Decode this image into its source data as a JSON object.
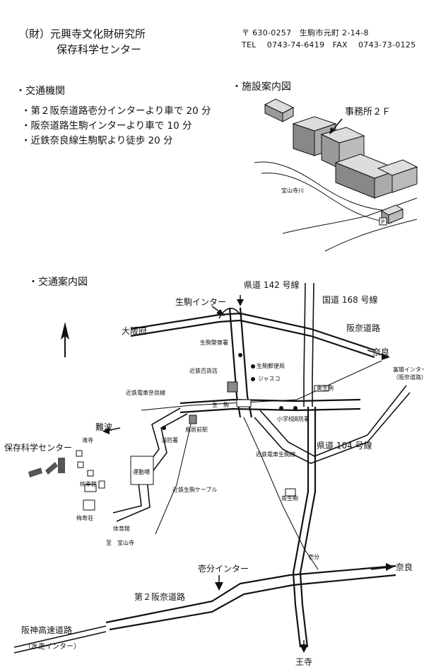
{
  "header": {
    "org_line1": "（財）元興寺文化財研究所",
    "org_line2": "保存科学センター",
    "postal": "〒 630-0257　生駒市元町 2-14-8",
    "phone_fax": "TEL　 0743-74-6419　FAX　 0743-73-0125"
  },
  "access": {
    "title": "・交通機関",
    "items": [
      "・第２阪奈道路壱分インターより車で 20 分",
      "・阪奈道路生駒インターより車で 10 分",
      "・近鉄奈良線生駒駅より徒歩 20 分"
    ]
  },
  "facility": {
    "title": "・施設案内図",
    "office_label": "事務所２Ｆ",
    "river_label": "宝山寺川",
    "parking_label": "P"
  },
  "traffic_map": {
    "title": "・交通案内図",
    "labels": {
      "kendo142": "県道 142 号線",
      "ikoma_ic": "生駒インター",
      "kokudo168": "国道 168 号線",
      "osaka_fu": "大阪府",
      "hanna_road": "阪奈道路",
      "police": "生駒警察署",
      "post_office": "生駒郵便局",
      "nara_1": "奈良",
      "kintetsu_dept": "近鉄百貨店",
      "jusco": "ジャスコ",
      "tomio_ic": "富雄インター",
      "tomio_ic_sub": "（阪奈道路）",
      "higashi_ikoma": "東生駒",
      "kintetsu_nara_line": "近鉄電車奈良線",
      "ikoma_station": "生　駒",
      "namba": "難波",
      "fire_station_1": "消防署",
      "elementary_school": "小学校",
      "fire_station_2": "消防署",
      "kendo104": "県道 104 号線",
      "center_label": "保存科学センター",
      "taki_dera": "滝寺",
      "torii_mae": "鳥居前駅",
      "stadium": "運動場",
      "cable_line": "近鉄生駒ケーブル",
      "ikoma_line": "近鉄電車生駒線",
      "tokisho_kan": "桃季館",
      "baiju_so": "梅寿荘",
      "gym": "体育館",
      "houzanji": "至　宝山寺",
      "minami_ikoma": "南生駒",
      "ichibu": "壱分",
      "ichibu_ic": "壱分インター",
      "nara_2": "奈良",
      "dai2_hanna": "第２阪奈道路",
      "hanshin_exp": "阪神高速道路",
      "mizuhashi_ic": "（水走インター）",
      "oji": "王寺",
      "north_mark": "N"
    }
  }
}
